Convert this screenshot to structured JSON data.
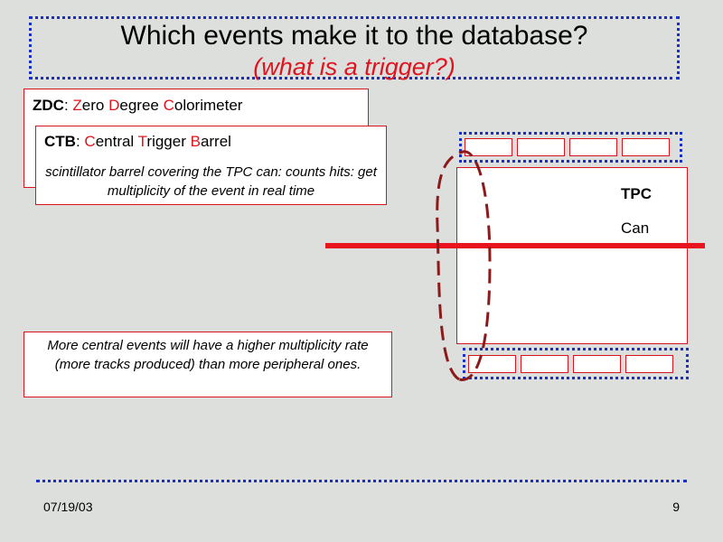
{
  "title": {
    "main": "Which events make it to the database?",
    "sub": "(what is a trigger?)"
  },
  "zdc": {
    "abbrev": "ZDC",
    "sep": ": ",
    "words": [
      {
        "initial": "Z",
        "rest": "ero "
      },
      {
        "initial": "D",
        "rest": "egree "
      },
      {
        "initial": "C",
        "rest": "olorimeter"
      }
    ]
  },
  "ctb": {
    "abbrev": "CTB",
    "sep": ": ",
    "words": [
      {
        "initial": "C",
        "rest": "entral "
      },
      {
        "initial": "T",
        "rest": "rigger "
      },
      {
        "initial": "B",
        "rest": "arrel"
      }
    ],
    "description": "scintillator barrel covering the TPC can: counts hits: get multiplicity of the event in real time"
  },
  "note": "More central events will have a higher multiplicity rate (more tracks produced)  than more peripheral ones.",
  "detector": {
    "tpc_label": "TPC",
    "can_label": "Can"
  },
  "footer": {
    "date": "07/19/03",
    "page": "9"
  },
  "colors": {
    "accent_red": "#e0141e",
    "dotted_blue": "#1a2ec8",
    "ellipse": "#8b1a1a",
    "background": "#dcdfdc"
  }
}
